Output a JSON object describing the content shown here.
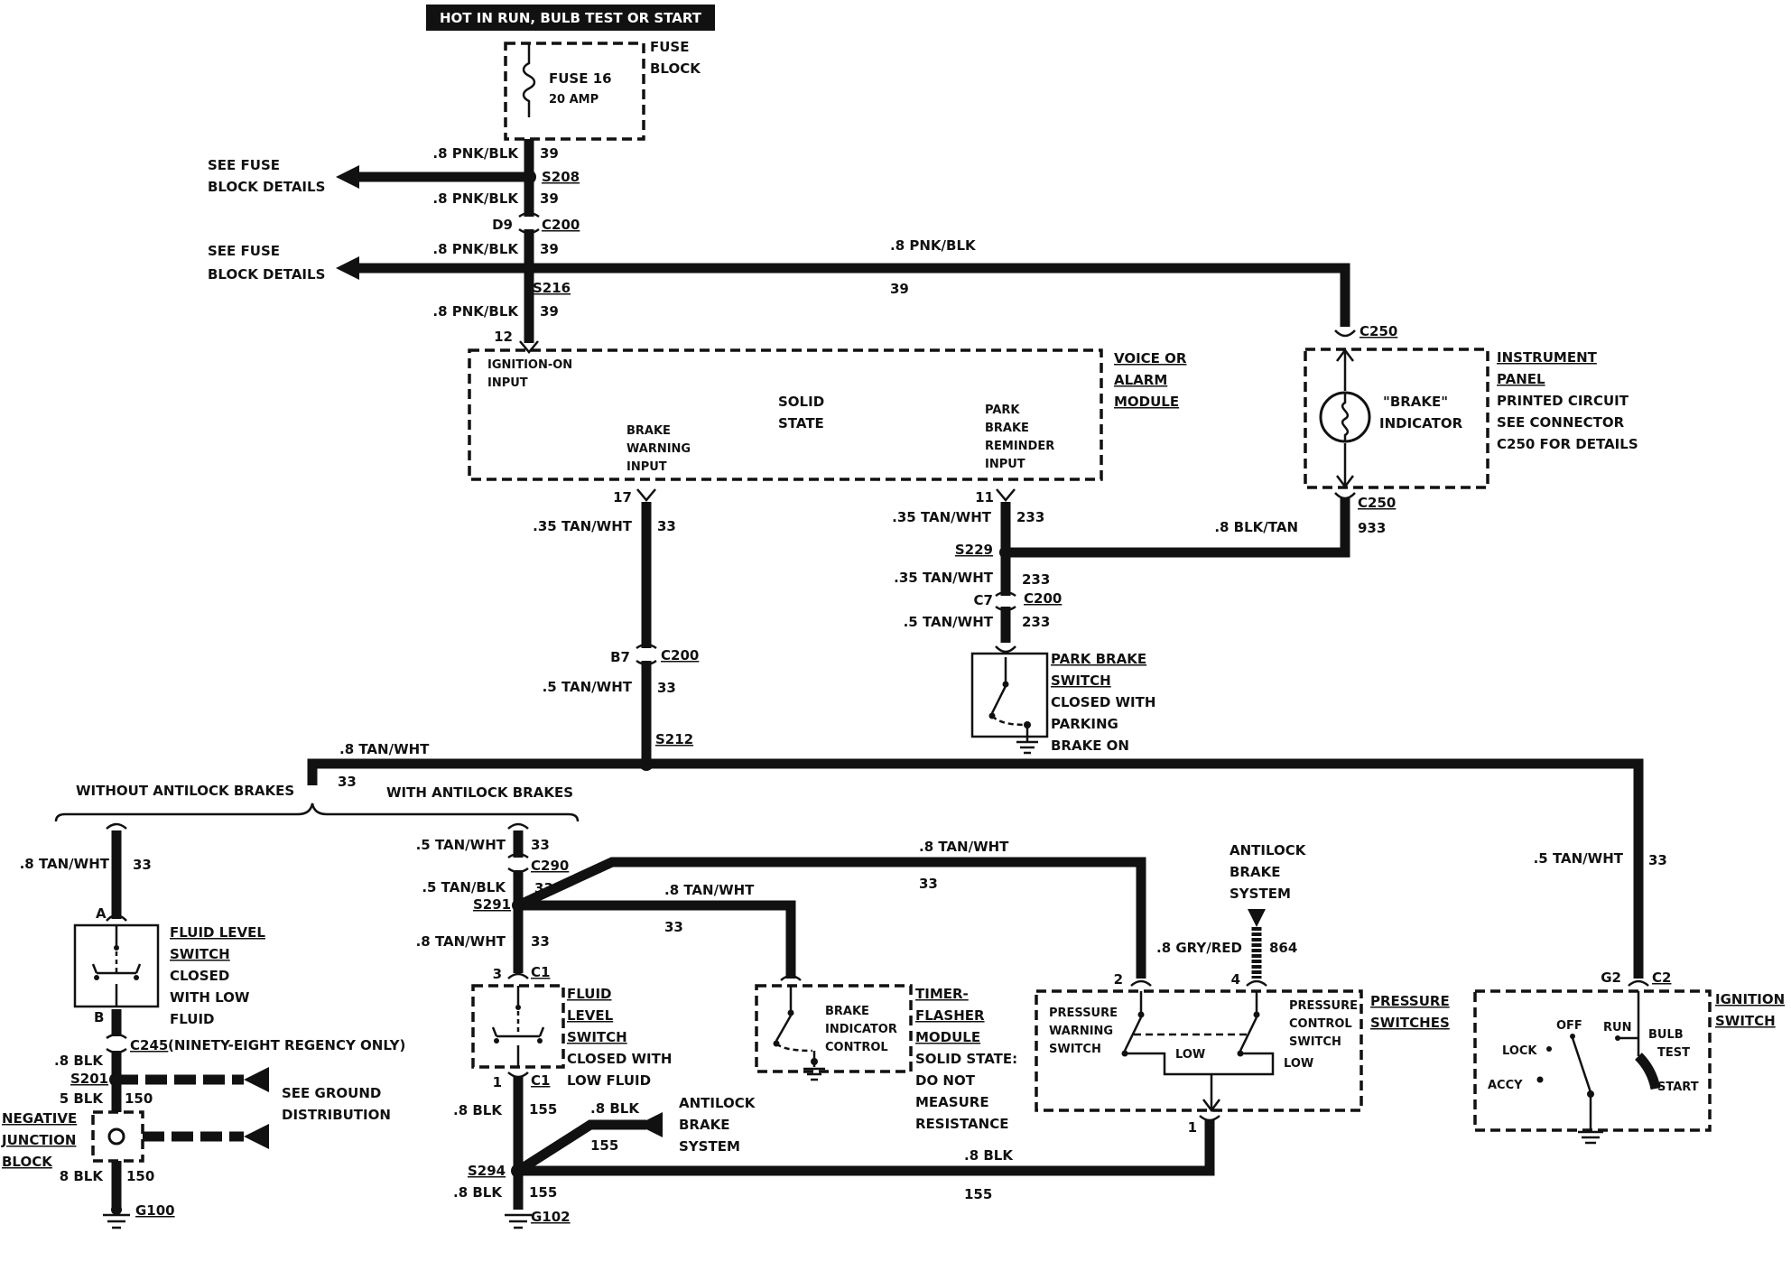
{
  "header": {
    "text": "HOT IN RUN, BULB TEST OR START"
  },
  "fuse_block": {
    "label_line1": "FUSE",
    "label_line2": "BLOCK",
    "fuse_name": "FUSE 16",
    "fuse_rating": "20 AMP"
  },
  "feed": {
    "wire1": ".8 PNK/BLK",
    "circuit1": "39",
    "splice1": "S208",
    "wire2": ".8 PNK/BLK",
    "circuit2": "39",
    "conn_pin": "D9",
    "conn": "C200",
    "wire3": ".8 PNK/BLK",
    "circuit3": "39",
    "splice2": "S216",
    "wire4": ".8 PNK/BLK",
    "circuit4": "39",
    "see_fuse_1a": "SEE FUSE",
    "see_fuse_1b": "BLOCK DETAILS",
    "see_fuse_2a": "SEE FUSE",
    "see_fuse_2b": "BLOCK DETAILS",
    "top_wire": ".8 PNK/BLK",
    "top_circuit": "39"
  },
  "module": {
    "pin_in": "12",
    "ign_line1": "IGNITION-ON",
    "ign_line2": "INPUT",
    "solid1": "SOLID",
    "solid2": "STATE",
    "bw1": "BRAKE",
    "bw2": "WARNING",
    "bw3": "INPUT",
    "pb1": "PARK",
    "pb2": "BRAKE",
    "pb3": "REMINDER",
    "pb4": "INPUT",
    "name1": "VOICE OR",
    "name2": "ALARM",
    "name3": "MODULE",
    "pin17": "17",
    "pin11": "11"
  },
  "instrument_panel": {
    "c250_top": "C250",
    "c250_bot": "C250",
    "ind1": "\"BRAKE\"",
    "ind2": "INDICATOR",
    "desc1": "INSTRUMENT",
    "desc2": "PANEL",
    "desc3": "PRINTED CIRCUIT",
    "desc4": "SEE CONNECTOR",
    "desc5": "C250 FOR DETAILS",
    "wire": ".8 BLK/TAN",
    "circuit": "933"
  },
  "brake_warning_branch": {
    "wire1": ".35 TAN/WHT",
    "circuit1": "33",
    "conn_pin": "B7",
    "conn": "C200",
    "wire2": ".5 TAN/WHT",
    "circuit2": "33",
    "splice": "S212"
  },
  "park_brake_branch": {
    "wire1": ".35 TAN/WHT",
    "circuit1": "233",
    "splice": "S229",
    "wire2": ".35 TAN/WHT",
    "circuit2": "233",
    "conn_pin": "C7",
    "conn": "C200",
    "wire3": ".5 TAN/WHT",
    "circuit3": "233",
    "sw1": "PARK BRAKE",
    "sw2": "SWITCH",
    "sw3": "CLOSED WITH",
    "sw4": "PARKING",
    "sw5": "BRAKE ON"
  },
  "s212_bus": {
    "wire_left": ".8 TAN/WHT",
    "circuit_left": "33",
    "without_label": "WITHOUT ANTILOCK BRAKES",
    "with_label": "WITH ANTILOCK BRAKES",
    "wire_right": ".5 TAN/WHT",
    "circuit_right": "33"
  },
  "without_abs": {
    "wire1": ".8 TAN/WHT",
    "circuit1": "33",
    "pin_a": "A",
    "fl1": "FLUID LEVEL",
    "fl2": "SWITCH",
    "fl3": "CLOSED",
    "fl4": "WITH LOW",
    "fl5": "FLUID",
    "pin_b": "B",
    "wire2": ".8 BLK",
    "conn": "C245",
    "conn_note": "(NINETY-EIGHT REGENCY ONLY)",
    "splice": "S201",
    "wire3": "5 BLK",
    "circuit3": "150",
    "ground_dist1": "SEE GROUND",
    "ground_dist2": "DISTRIBUTION",
    "njb1": "NEGATIVE",
    "njb2": "JUNCTION",
    "njb3": "BLOCK",
    "wire4": "8 BLK",
    "circuit4": "150",
    "ground": "G100"
  },
  "with_abs": {
    "wire1": ".5 TAN/WHT",
    "circuit1": "33",
    "conn1": "C290",
    "wire2": ".5 TAN/BLK",
    "circuit2": "33",
    "splice": "S291",
    "wire3": ".8 TAN/WHT",
    "circuit3": "33",
    "pin3": "3",
    "conn_c1_top": "C1",
    "fl1": "FLUID",
    "fl2": "LEVEL",
    "fl3": "SWITCH",
    "fl4": "CLOSED WITH",
    "fl5": "LOW FLUID",
    "pin1": "1",
    "conn_c1_bot": "C1",
    "wire4": ".8 BLK",
    "circuit4": "155",
    "wire5": ".8 BLK",
    "circuit5": "155",
    "abs1": "ANTILOCK",
    "abs2": "BRAKE",
    "abs3": "SYSTEM",
    "splice2": "S294",
    "wire6": ".8 BLK",
    "circuit6": "155",
    "ground": "G102",
    "top_wire": ".8 TAN/WHT",
    "top_circuit": "33",
    "mid_wire": ".8 TAN/WHT",
    "mid_circuit": "33",
    "bot_wire": ".8 BLK",
    "bot_circuit": "155"
  },
  "timer_flasher": {
    "bic1": "BRAKE",
    "bic2": "INDICATOR",
    "bic3": "CONTROL",
    "name1": "TIMER-",
    "name2": "FLASHER",
    "name3": "MODULE",
    "note1": "SOLID STATE:",
    "note2": "DO NOT",
    "note3": "MEASURE",
    "note4": "RESISTANCE"
  },
  "pressure_switches": {
    "abs1": "ANTILOCK",
    "abs2": "BRAKE",
    "abs3": "SYSTEM",
    "wire": ".8 GRY/RED",
    "circuit": "864",
    "pin2": "2",
    "pin4": "4",
    "pin1": "1",
    "pws1": "PRESSURE",
    "pws2": "WARNING",
    "pws3": "SWITCH",
    "pcs1": "PRESSURE",
    "pcs2": "CONTROL",
    "pcs3": "SWITCH",
    "low1": "LOW",
    "low2": "LOW",
    "name1": "PRESSURE",
    "name2": "SWITCHES"
  },
  "ignition": {
    "pin": "G2",
    "conn": "C2",
    "off": "OFF",
    "run": "RUN",
    "lock": "LOCK",
    "accy": "ACCY",
    "bulb1": "BULB",
    "bulb2": "TEST",
    "start": "START",
    "name1": "IGNITION",
    "name2": "SWITCH"
  }
}
